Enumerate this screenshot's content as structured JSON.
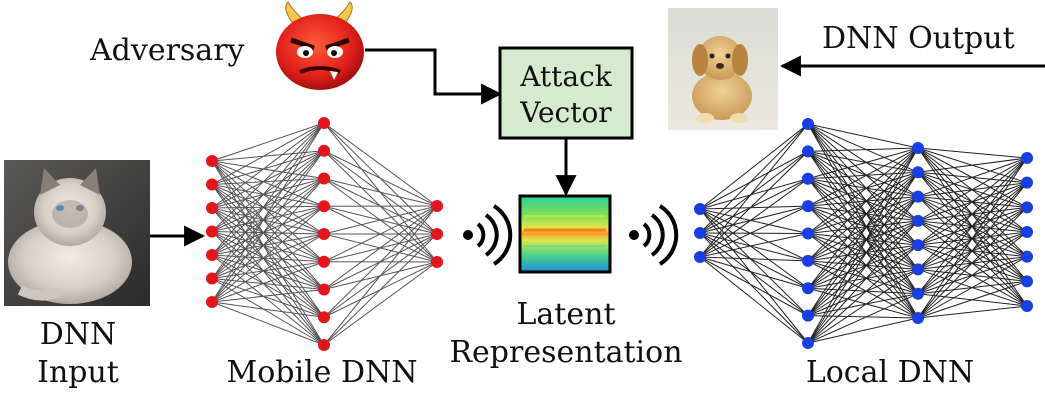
{
  "labels": {
    "adversary": "Adversary",
    "attack_vector_line1": "Attack",
    "attack_vector_line2": "Vector",
    "dnn_output": "DNN Output",
    "dnn_input_line1": "DNN",
    "dnn_input_line2": "Input",
    "mobile_dnn": "Mobile DNN",
    "latent_line1": "Latent",
    "latent_line2": "Representation",
    "local_dnn": "Local DNN"
  },
  "networks": {
    "mobile": {
      "node_color": "#e8141b",
      "layers": [
        7,
        9,
        3
      ]
    },
    "local": {
      "node_color": "#1a3ee6",
      "layers": [
        3,
        9,
        8,
        7
      ]
    }
  },
  "colors": {
    "attack_box_fill": "#d6ead0",
    "edge": "#555555",
    "arrow": "#000000"
  },
  "icons": {
    "adversary": "devil-emoji-icon",
    "input_image": "cat-photo",
    "output_image": "puppy-photo",
    "latent": "spectrogram-heatmap",
    "transmit": "wireless-signal-icon"
  }
}
